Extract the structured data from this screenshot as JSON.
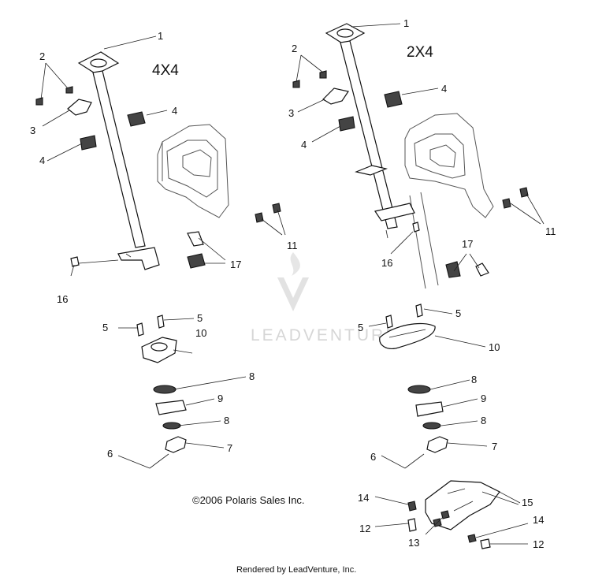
{
  "views": {
    "left": {
      "title": "4X4"
    },
    "right": {
      "title": "2X4"
    }
  },
  "callouts": {
    "l1": "1",
    "l2": "2",
    "l3": "3",
    "l4a": "4",
    "l4b": "4",
    "l5a": "5",
    "l5b": "5",
    "l6": "6",
    "l7": "7",
    "l8a": "8",
    "l8b": "8",
    "l9": "9",
    "l10": "10",
    "l11": "11",
    "l16": "16",
    "l17": "17",
    "r1": "1",
    "r2": "2",
    "r3": "3",
    "r4a": "4",
    "r4b": "4",
    "r5a": "5",
    "r5b": "5",
    "r6": "6",
    "r7": "7",
    "r8a": "8",
    "r8b": "8",
    "r9": "9",
    "r10": "10",
    "r11": "11",
    "r12a": "12",
    "r12b": "12",
    "r13": "13",
    "r14a": "14",
    "r14b": "14",
    "r15": "15",
    "r16": "16",
    "r17": "17"
  },
  "copyright": "©2006 Polaris Sales Inc.",
  "watermark": "LEADVENTURE",
  "footer": "Rendered by LeadVenture, Inc."
}
